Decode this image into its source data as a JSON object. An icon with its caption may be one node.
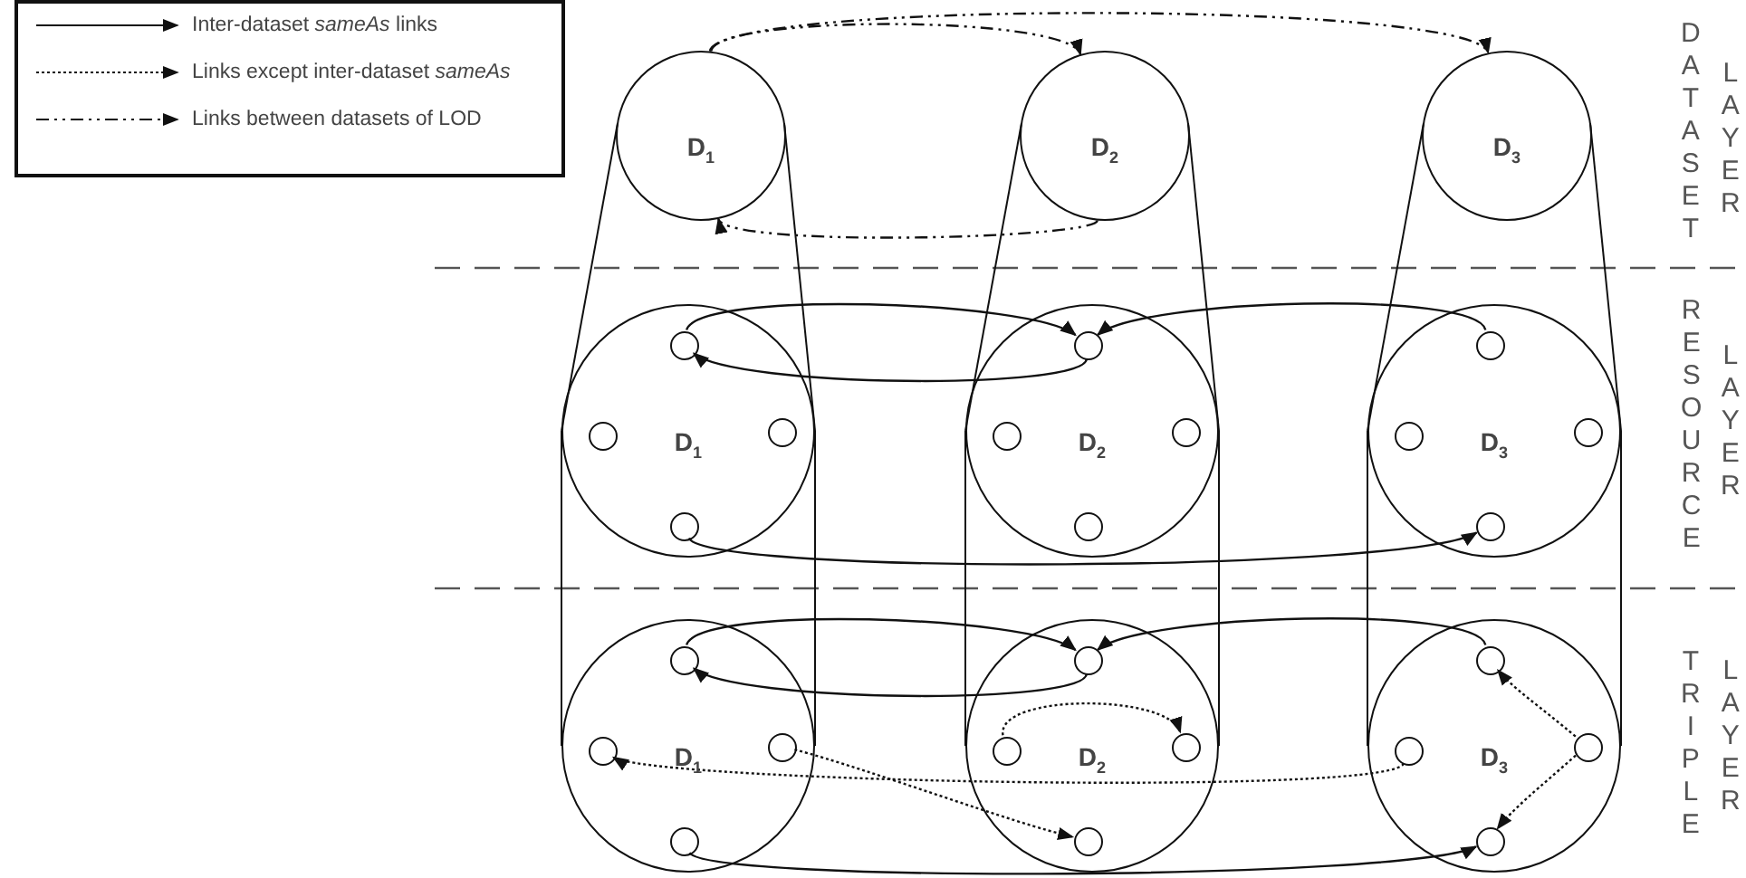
{
  "diagram": {
    "nodes": [
      {
        "text": [
          "D$_{1}$"
        ]
      },
      {
        "text": [
          "D$_{2}$"
        ]
      },
      {
        "text": [
          "D$_{3}$"
        ]
      },
      {
        "text": [
          "D$_{1}$"
        ]
      },
      {
        "text": [],
        "shape": "circle",
        "in": 3
      },
      {
        "text": [],
        "shape": "circle",
        "in": 3
      },
      {
        "text": [],
        "shape": "circle",
        "in": 3
      },
      {
        "text": [],
        "shape": "circle",
        "in": 3
      },
      {
        "text": [
          "D$_{2}$"
        ]
      },
      {
        "text": [],
        "shape": "circle",
        "in": 8
      },
      {
        "text": [],
        "shape": "circle",
        "in": 8
      },
      {
        "text": [],
        "shape": "circle",
        "in": 8
      },
      {
        "text": [],
        "shape": "circle",
        "in": 8
      },
      {
        "text": [
          "D$_{3}$"
        ]
      },
      {
        "text": [],
        "shape": "circle",
        "in": 13
      },
      {
        "text": [],
        "shape": "circle",
        "in": 13
      },
      {
        "text": [],
        "shape": "circle",
        "in": 13
      },
      {
        "text": [],
        "shape": "circle",
        "in": 13
      },
      {
        "text": [
          "D$_{1}$"
        ]
      },
      {
        "text": [],
        "shape": "circle",
        "in": 18
      },
      {
        "text": [],
        "shape": "circle",
        "in": 18
      },
      {
        "text": [],
        "shape": "circle",
        "in": 18
      },
      {
        "text": [],
        "shape": "circle",
        "in": 18
      },
      {
        "text": [
          "D$_{2}$"
        ]
      },
      {
        "text": [],
        "shape": "circle",
        "in": 23
      },
      {
        "text": [],
        "shape": "circle",
        "in": 23
      },
      {
        "text": [],
        "shape": "circle",
        "in": 23
      },
      {
        "text": [],
        "shape": "circle",
        "in": 23
      },
      {
        "text": [
          "D$_{3}$"
        ]
      },
      {
        "text": [],
        "shape": "circle",
        "in": 28
      },
      {
        "text": [],
        "shape": "circle",
        "in": 28
      },
      {
        "text": [],
        "shape": "circle",
        "in": 28
      },
      {
        "text": [],
        "shape": "circle",
        "in": 28
      }
    ],
    "edges": [
      {
        "from": 0,
        "to": 1,
        "arrow": "to",
        "style": "dashed"
      },
      {
        "from": 0,
        "to": 2,
        "arrow": "to",
        "style": "dashed"
      },
      {
        "from": 1,
        "to": 0,
        "arrow": "to",
        "style": "dashed"
      },
      {
        "from": 4,
        "to": 9,
        "arrow": "to"
      },
      {
        "from": 9,
        "to": 4,
        "arrow": "to"
      },
      {
        "from": 14,
        "to": 9,
        "arrow": "to"
      },
      {
        "from": 7,
        "to": 17,
        "arrow": "to"
      },
      {
        "from": 19,
        "to": 24,
        "arrow": "to"
      },
      {
        "from": 24,
        "to": 19,
        "arrow": "to"
      },
      {
        "from": 29,
        "to": 24,
        "arrow": "to"
      },
      {
        "from": 22,
        "to": 32,
        "arrow": "to"
      },
      {
        "from": 21,
        "to": 27,
        "arrow": "to",
        "style": "dashed"
      },
      {
        "from": 30,
        "to": 20,
        "arrow": "to",
        "style": "dashed"
      },
      {
        "from": 25,
        "to": 26,
        "arrow": "to",
        "style": "dashed"
      },
      {
        "from": 31,
        "to": 29,
        "arrow": "to",
        "style": "dashed"
      },
      {
        "from": 31,
        "to": 32,
        "arrow": "to",
        "style": "dashed"
      },
      {
        "from": 0,
        "to": 3,
        "arrow": "none"
      },
      {
        "from": 0,
        "to": 3,
        "arrow": "none"
      },
      {
        "from": 3,
        "to": 18,
        "arrow": "none"
      },
      {
        "from": 3,
        "to": 18,
        "arrow": "none"
      },
      {
        "from": 1,
        "to": 8,
        "arrow": "none"
      },
      {
        "from": 1,
        "to": 8,
        "arrow": "none"
      },
      {
        "from": 8,
        "to": 23,
        "arrow": "none"
      },
      {
        "from": 8,
        "to": 23,
        "arrow": "none"
      },
      {
        "from": 2,
        "to": 13,
        "arrow": "none"
      },
      {
        "from": 2,
        "to": 13,
        "arrow": "none"
      },
      {
        "from": 13,
        "to": 28,
        "arrow": "none"
      },
      {
        "from": 13,
        "to": 28,
        "arrow": "none"
      }
    ],
    "labels": [
      "DATASET",
      "LAYER",
      "RESOURCE",
      "LAYER",
      "TRIPLE",
      "LAYER"
    ],
    "legend": [
      {
        "text": "Inter-dataset *sameAs* links"
      },
      {
        "text": "Links except inter-dataset *sameAs*"
      },
      {
        "text": "Links between datasets of LOD"
      }
    ]
  }
}
